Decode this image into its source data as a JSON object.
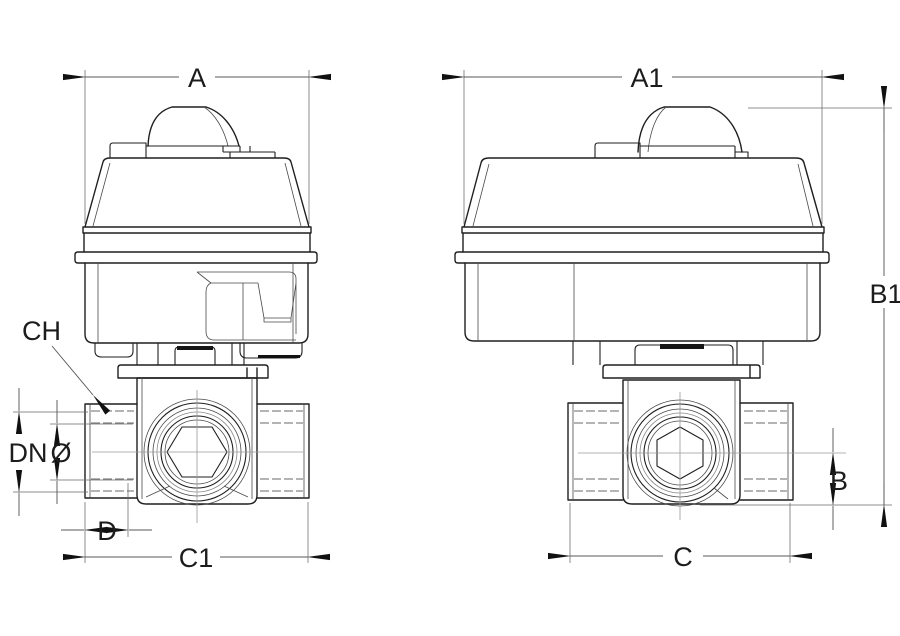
{
  "drawing": {
    "background": "#ffffff",
    "stroke_color": "#1f1f1f",
    "kind": "valve-with-actuator dimensional drawing, two orthographic views"
  },
  "front_view": {
    "dim_width_top": "A",
    "dim_wrench": "CH",
    "dim_nominal": "DN",
    "dim_diameter": "Ø",
    "dim_end_offset": "D",
    "dim_length": "C1"
  },
  "side_view": {
    "dim_width_top": "A1",
    "dim_height_total": "B1",
    "dim_height_bottom": "B",
    "dim_length": "C"
  }
}
